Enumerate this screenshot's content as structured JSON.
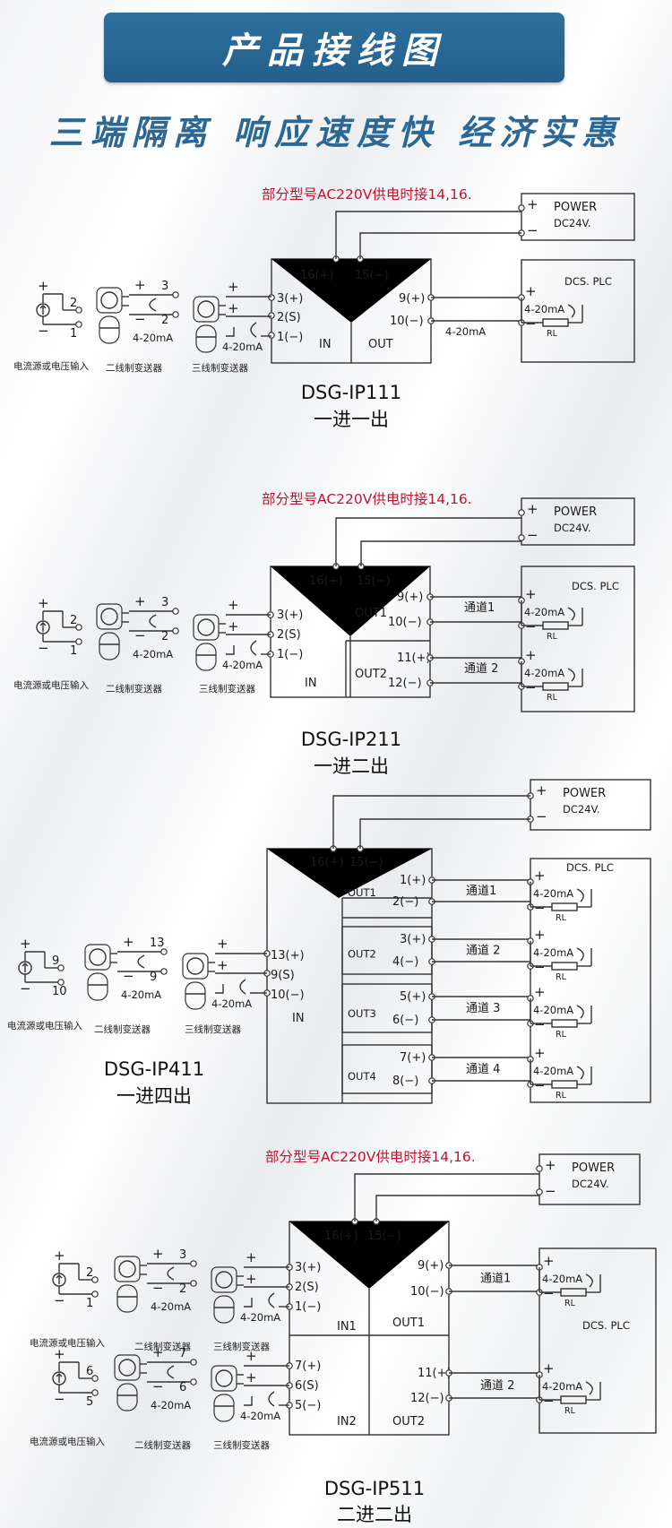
{
  "header": {
    "title": "产品接线图",
    "slogan": "三端隔离 响应速度快 经济实惠"
  },
  "common": {
    "power_label": "POWER",
    "power_voltage": "DC24V.",
    "dcs_label": "DCS. PLC",
    "ac_note": "部分型号AC220V供电时接14,16.",
    "current_range": "4-20mA",
    "rl": "RL",
    "source_label": "电流源或电压输入",
    "two_wire_label": "二线制变送器",
    "three_wire_label": "三线制变送器",
    "power_plus": "16(+)",
    "power_minus": "15(−)",
    "in_label": "IN",
    "out_label": "OUT"
  },
  "diagrams": [
    {
      "model": "DSG-IP111",
      "mode": "一进一出",
      "inputs": [
        {
          "t1": "3(+)",
          "t2": "2(S)",
          "t3": "1(−)",
          "src_a": "2",
          "src_b": "1",
          "tw_a": "3",
          "tw_b": "2"
        }
      ],
      "outputs": [
        {
          "plus": "9(+)",
          "minus": "10(−)",
          "channel": "4-20mA"
        }
      ]
    },
    {
      "model": "DSG-IP211",
      "mode": "一进二出",
      "inputs": [
        {
          "t1": "3(+)",
          "t2": "2(S)",
          "t3": "1(−)",
          "src_a": "2",
          "src_b": "1",
          "tw_a": "3",
          "tw_b": "2"
        }
      ],
      "outputs": [
        {
          "name": "OUT1",
          "plus": "9(+)",
          "minus": "10(−)",
          "channel": "通道1"
        },
        {
          "name": "OUT2",
          "plus": "11(+)",
          "minus": "12(−)",
          "channel": "通道 2"
        }
      ]
    },
    {
      "model": "DSG-IP411",
      "mode": "一进四出",
      "inputs": [
        {
          "t1": "13(+)",
          "t2": "9(S)",
          "t3": "10(−)",
          "src_a": "9",
          "src_b": "10",
          "tw_a": "13",
          "tw_b": "9"
        }
      ],
      "outputs": [
        {
          "name": "OUT1",
          "plus": "1(+)",
          "minus": "2(−)",
          "channel": "通道1"
        },
        {
          "name": "OUT2",
          "plus": "3(+)",
          "minus": "4(−)",
          "channel": "通道 2"
        },
        {
          "name": "OUT3",
          "plus": "5(+)",
          "minus": "6(−)",
          "channel": "通道 3"
        },
        {
          "name": "OUT4",
          "plus": "7(+)",
          "minus": "8(−)",
          "channel": "通道 4"
        }
      ]
    },
    {
      "model": "DSG-IP511",
      "mode": "二进二出",
      "inputs": [
        {
          "name": "IN1",
          "t1": "3(+)",
          "t2": "2(S)",
          "t3": "1(−)",
          "src_a": "2",
          "src_b": "1",
          "tw_a": "3",
          "tw_b": "2"
        },
        {
          "name": "IN2",
          "t1": "7(+)",
          "t2": "6(S)",
          "t3": "5(−)",
          "src_a": "6",
          "src_b": "5",
          "tw_a": "7",
          "tw_b": "6"
        }
      ],
      "outputs": [
        {
          "name": "OUT1",
          "plus": "9(+)",
          "minus": "10(−)",
          "channel": "通道1"
        },
        {
          "name": "OUT2",
          "plus": "11(+)",
          "minus": "12(−)",
          "channel": "通道 2"
        }
      ]
    }
  ]
}
